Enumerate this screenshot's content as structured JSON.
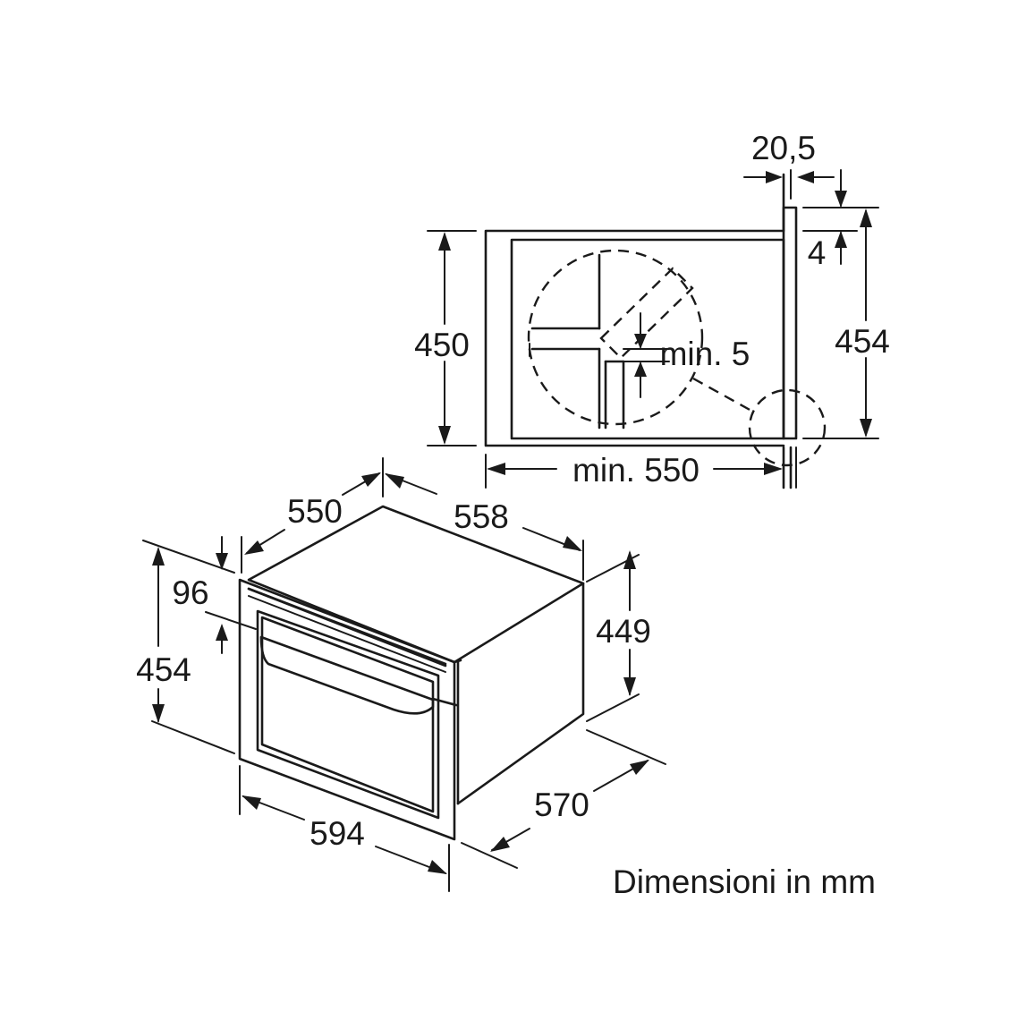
{
  "caption": "Dimensioni in mm",
  "section_view": {
    "dim_top_gap": "20,5",
    "dim_top_offset": "4",
    "dim_height_outer": "454",
    "dim_height_niche": "450",
    "dim_depth_min": "min. 550",
    "dim_clearance": "min. 5"
  },
  "appliance_view": {
    "dim_top_depth": "550",
    "dim_top_width": "558",
    "dim_control_panel": "96",
    "dim_front_height": "454",
    "dim_body_height": "449",
    "dim_front_width": "594",
    "dim_total_depth": "570"
  }
}
